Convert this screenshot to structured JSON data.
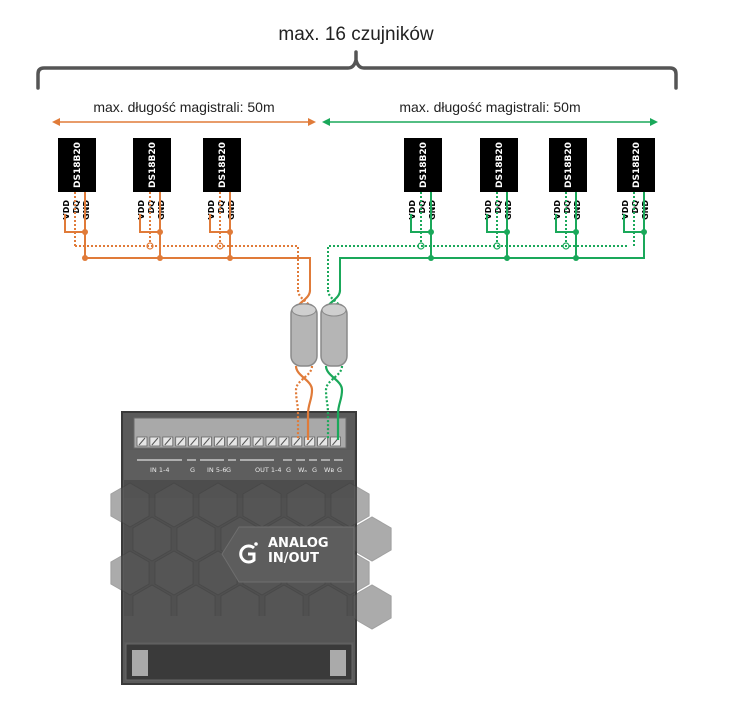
{
  "title": "max. 16 czujników",
  "colors": {
    "orange": "#e07b39",
    "green": "#1aa85a",
    "brace": "#555555",
    "chip": "#000000",
    "device_body": "#5a5a5a",
    "device_dark": "#3c3c3c"
  },
  "buses": [
    {
      "name": "left",
      "color": "orange",
      "label": "max. długość magistrali: 50m",
      "sensors": [
        {
          "label": "DS18B20",
          "pins": [
            "VDD",
            "DQ",
            "GND"
          ]
        },
        {
          "label": "DS18B20",
          "pins": [
            "VDD",
            "DQ",
            "GND"
          ]
        },
        {
          "label": "DS18B20",
          "pins": [
            "VDD",
            "DQ",
            "GND"
          ]
        }
      ]
    },
    {
      "name": "right",
      "color": "green",
      "label": "max. długość magistrali: 50m",
      "sensors": [
        {
          "label": "DS18B20",
          "pins": [
            "VDD",
            "DQ",
            "GND"
          ]
        },
        {
          "label": "DS18B20",
          "pins": [
            "VDD",
            "DQ",
            "GND"
          ]
        },
        {
          "label": "DS18B20",
          "pins": [
            "VDD",
            "DQ",
            "GND"
          ]
        },
        {
          "label": "DS18B20",
          "pins": [
            "VDD",
            "DQ",
            "GND"
          ]
        }
      ]
    }
  ],
  "device": {
    "brand_line1": "ANALOG",
    "brand_line2": "IN/OUT",
    "logo_icon": "grenton-logo-icon",
    "terminal_count": 16,
    "terminal_labels": [
      "IN 1-4",
      "G",
      "IN 5-6",
      "G",
      "OUT 1-4",
      "G",
      "Wₐ",
      "G",
      "Wʙ",
      "G"
    ]
  }
}
